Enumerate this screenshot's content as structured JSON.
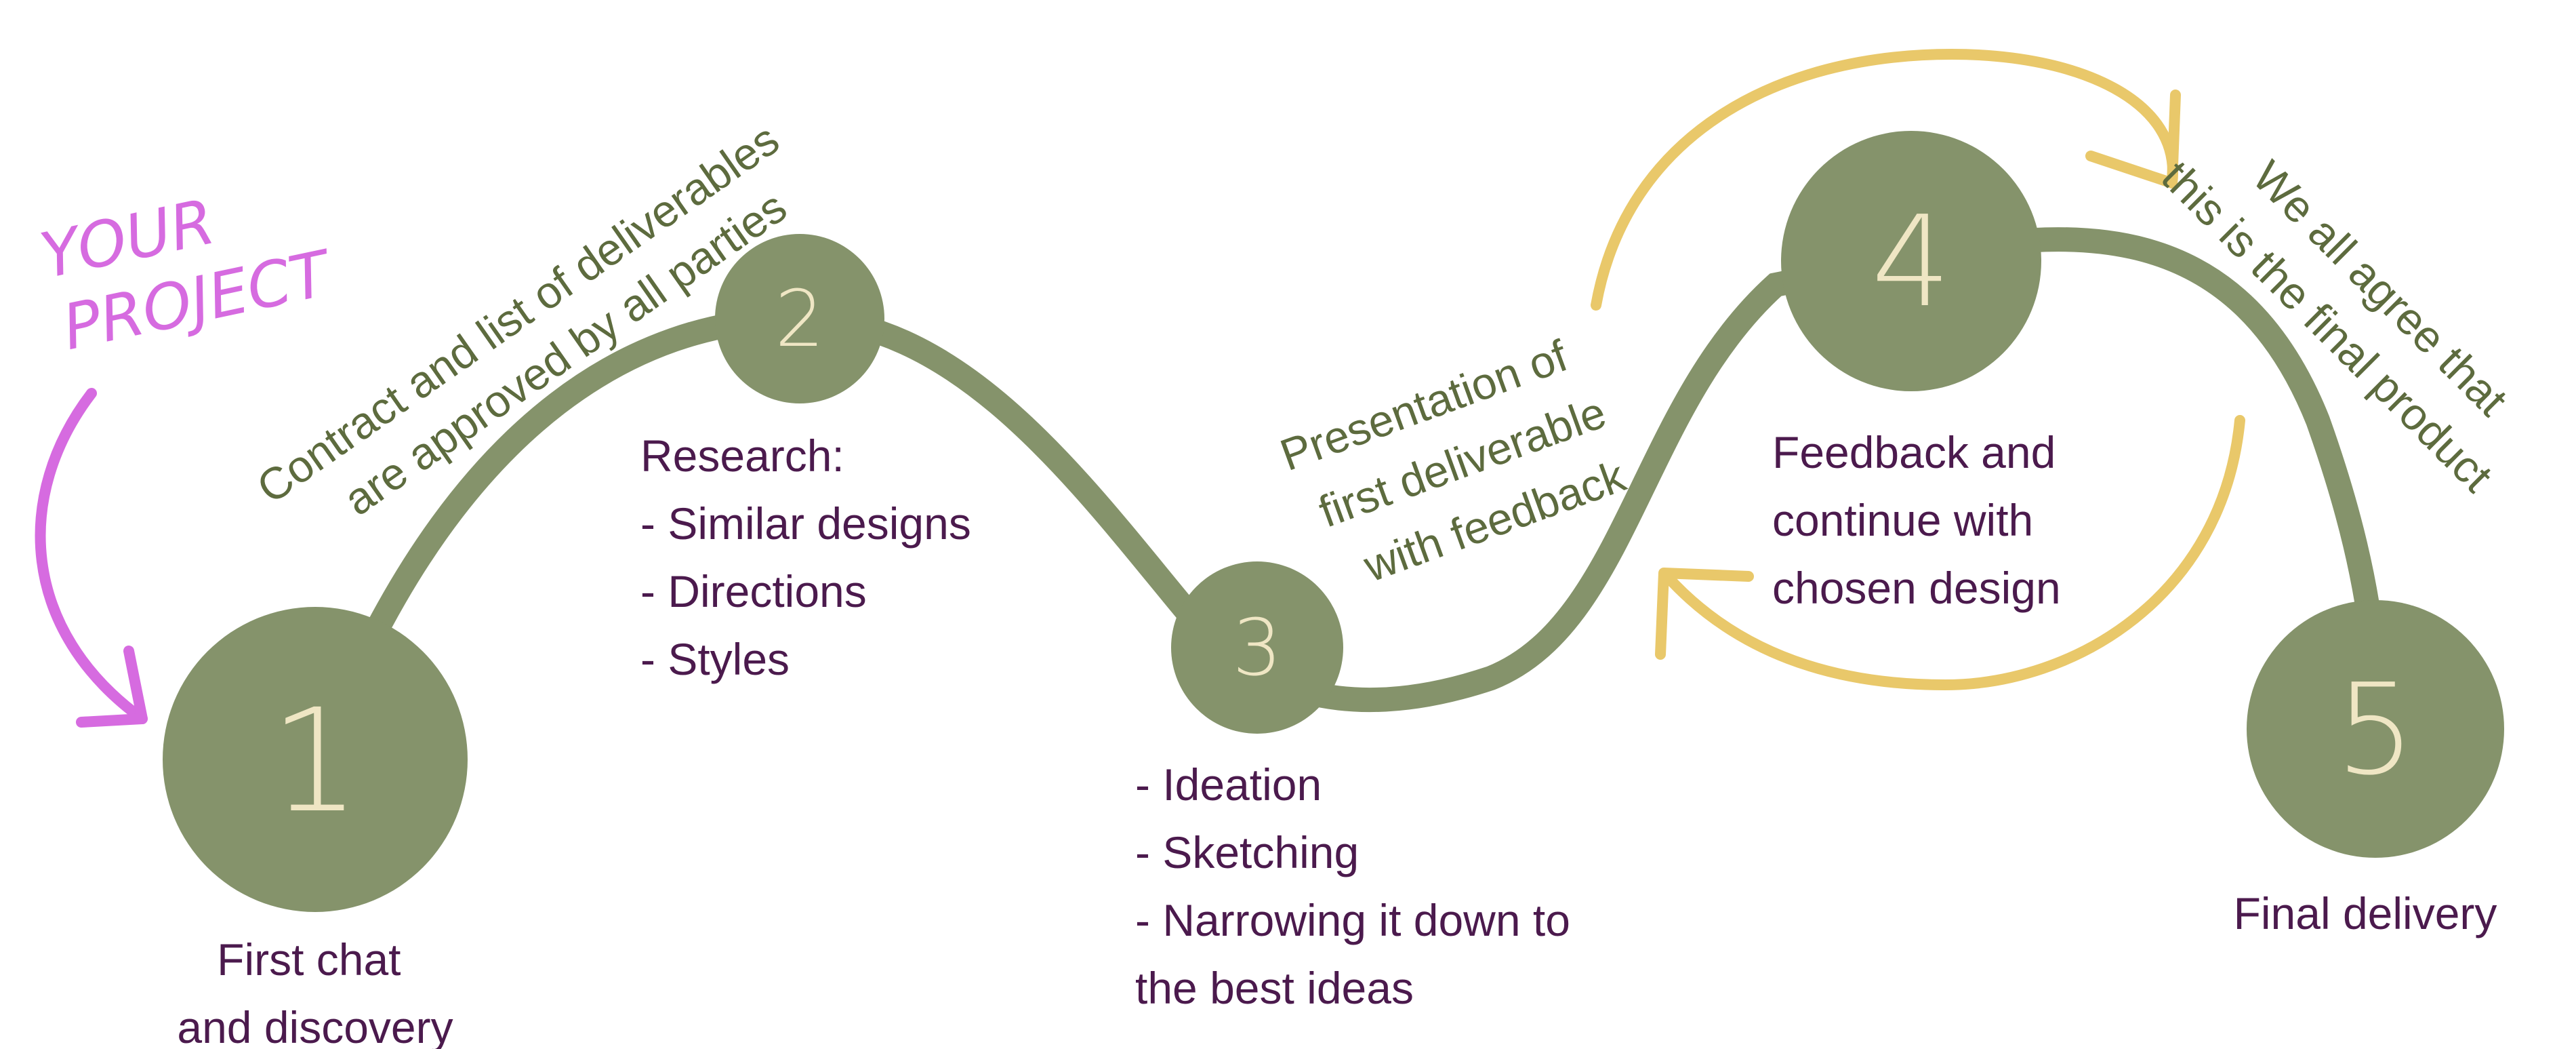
{
  "colors": {
    "path": "#85936b",
    "circle": "#85936b",
    "number": "#efe6c4",
    "label": "#4b1a4d",
    "note": "#5d6b3e",
    "loop": "#e9c86a",
    "intro": "#d66be0"
  },
  "intro": {
    "line1": "YOUR",
    "line2": "PROJECT"
  },
  "steps": [
    {
      "number": "1",
      "label_lines": [
        "First chat",
        "and discovery"
      ]
    },
    {
      "number": "2",
      "label_lines": [
        "Research:",
        "- Similar designs",
        "- Directions",
        "- Styles"
      ]
    },
    {
      "number": "3",
      "label_lines": [
        "- Ideation",
        "- Sketching",
        "- Narrowing it down to",
        "the best ideas"
      ]
    },
    {
      "number": "4",
      "label_lines": [
        "Feedback and",
        "continue with",
        "chosen design"
      ]
    },
    {
      "number": "5",
      "label_lines": [
        "Final delivery"
      ]
    }
  ],
  "notes": {
    "contract": [
      "Contract and list of deliverables",
      "are approved by all parties"
    ],
    "presentation": [
      "Presentation of",
      "first deliverable",
      "with feedback"
    ],
    "agree": [
      "We all agree that",
      "this is the final product"
    ]
  }
}
